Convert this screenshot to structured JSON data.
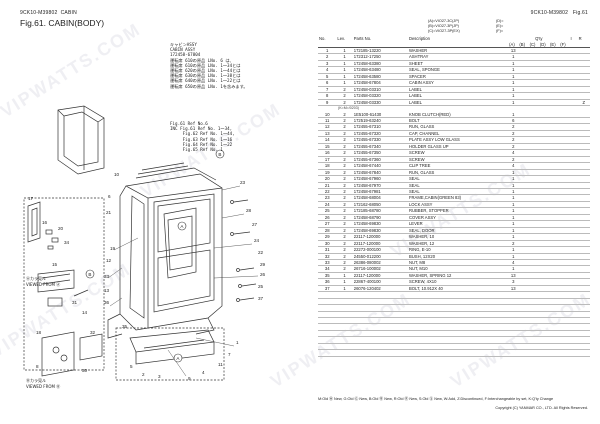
{
  "header": {
    "code_left": "9CK10-M39802",
    "section": "CABIN",
    "code_right": "9CK10-M39802",
    "fig_ref": "Fig.61",
    "fig_title": "Fig.61.  CABIN(BODY)"
  },
  "models": {
    "col1": [
      "(A)=VIO27-3C(JP)",
      "(B)=VIO27-3P(JP)",
      "(C)=VIO27-3P(EX)"
    ],
    "col2": [
      "(D)=",
      "(E)=",
      "(F)="
    ]
  },
  "notes_top": [
    "キャビンASSY",
    "CABIN ASSY",
    "172458-67804",
    "運転席 610の原品 LNo. 6 は、",
    "運転席 610の原品 LNo. 1～34とは",
    "運転席 620の原品 LNo. 1～44とは",
    "運転席 630の原品 LNo. 1～38とは",
    "運転席 640の原品 LNo. 1～22とは",
    "運転席 650の原品 LNo. 1を含みます。"
  ],
  "notes_mid": [
    "Fig.61 Ref No.6",
    "INC Fig.61 Ref No. 1～34,",
    "     Fig.62 Ref No. 1～44,",
    "     Fig.63 Ref No. 1～16",
    "     Fig.64 Ref No. 1～22",
    "     Fig.65 Ref No. 1"
  ],
  "callouts": [
    "A",
    "B",
    "A",
    "B"
  ],
  "view_labels": {
    "a_jp": "Ⓐカラ見ル",
    "a_en": "VIEWED FROM Ⓐ",
    "b_jp": "Ⓑカラ見ル",
    "b_en": "VIEWED FROM Ⓑ"
  },
  "diagram_numbers": [
    "23",
    "28",
    "27",
    "24",
    "22",
    "29",
    "26",
    "25",
    "37",
    "10",
    "6",
    "21",
    "19",
    "12",
    "33",
    "13",
    "36",
    "14",
    "15",
    "31",
    "17",
    "16",
    "20",
    "34",
    "32",
    "18",
    "8",
    "30",
    "1",
    "35",
    "5",
    "2",
    "3",
    "9",
    "4",
    "11",
    "7"
  ],
  "table": {
    "headers": {
      "no": "No.",
      "lev": "Lev.",
      "pn": "Parts No.",
      "desc": "Description",
      "qty": "Q'ty",
      "i": "I",
      "r": "R"
    },
    "qty_cols": [
      "(A)",
      "(B)",
      "(C)",
      "(D)",
      "(E)",
      "(F)"
    ],
    "subhead": "(K=M=/0203)",
    "rows": [
      {
        "no": "1",
        "lev": "1",
        "pn": "172185-13220",
        "desc": "WASHER",
        "qty": "13",
        "i": "",
        "r": ""
      },
      {
        "no": "2",
        "lev": "1",
        "pn": "172312-17250",
        "desc": "ASHTRAY",
        "qty": "1",
        "i": "",
        "r": ""
      },
      {
        "no": "3",
        "lev": "1",
        "pn": "172458-63380",
        "desc": "SHEET",
        "qty": "1",
        "i": "",
        "r": ""
      },
      {
        "no": "4",
        "lev": "1",
        "pn": "172458-63480",
        "desc": "SEAL, SPONGE",
        "qty": "1",
        "i": "",
        "r": ""
      },
      {
        "no": "5",
        "lev": "1",
        "pn": "172458-63580",
        "desc": "SPACER",
        "qty": "1",
        "i": "",
        "r": ""
      },
      {
        "no": "6",
        "lev": "1",
        "pn": "172458-67804",
        "desc": "CABIN ASSY",
        "qty": "1",
        "i": "",
        "r": ""
      },
      {
        "no": "7",
        "lev": "2",
        "pn": "172458-03310",
        "desc": "LABEL",
        "qty": "1",
        "i": "",
        "r": ""
      },
      {
        "no": "8",
        "lev": "2",
        "pn": "172458-03320",
        "desc": "LABEL",
        "qty": "1",
        "i": "",
        "r": ""
      },
      {
        "no": "9",
        "lev": "2",
        "pn": "172458-03330",
        "desc": "LABEL",
        "qty": "1",
        "i": "",
        "r": "Z"
      },
      {
        "no": "10",
        "lev": "2",
        "pn": "1E5100-61430",
        "desc": "KNOB CLUTCH(RED)",
        "qty": "1",
        "i": "",
        "r": ""
      },
      {
        "no": "11",
        "lev": "2",
        "pn": "172519-63240",
        "desc": "BOLT",
        "qty": "6",
        "i": "",
        "r": ""
      },
      {
        "no": "12",
        "lev": "2",
        "pn": "172455-67310",
        "desc": "RUN, GLASS",
        "qty": "2",
        "i": "",
        "r": ""
      },
      {
        "no": "13",
        "lev": "2",
        "pn": "172455-67320",
        "desc": "CAP, CHANNEL",
        "qty": "2",
        "i": "",
        "r": ""
      },
      {
        "no": "14",
        "lev": "2",
        "pn": "172455-67330",
        "desc": "PLATE ASSY LOW GLASS",
        "qty": "2",
        "i": "",
        "r": ""
      },
      {
        "no": "15",
        "lev": "2",
        "pn": "172455-67340",
        "desc": "HOLDER GLASS UP",
        "qty": "2",
        "i": "",
        "r": ""
      },
      {
        "no": "16",
        "lev": "2",
        "pn": "172455-67350",
        "desc": "SCREW",
        "qty": "4",
        "i": "",
        "r": ""
      },
      {
        "no": "17",
        "lev": "2",
        "pn": "172455-67360",
        "desc": "SCREW",
        "qty": "2",
        "i": "",
        "r": ""
      },
      {
        "no": "18",
        "lev": "2",
        "pn": "172458-67440",
        "desc": "CLIP TREE",
        "qty": "4",
        "i": "",
        "r": ""
      },
      {
        "no": "19",
        "lev": "2",
        "pn": "172458-67840",
        "desc": "RUN, GLASS",
        "qty": "1",
        "i": "",
        "r": ""
      },
      {
        "no": "20",
        "lev": "2",
        "pn": "172458-67960",
        "desc": "SEAL",
        "qty": "1",
        "i": "",
        "r": ""
      },
      {
        "no": "21",
        "lev": "2",
        "pn": "172458-67970",
        "desc": "SEAL",
        "qty": "1",
        "i": "",
        "r": ""
      },
      {
        "no": "22",
        "lev": "2",
        "pn": "172458-67981",
        "desc": "SEAL",
        "qty": "1",
        "i": "",
        "r": ""
      },
      {
        "no": "23",
        "lev": "2",
        "pn": "172458-68004",
        "desc": "FRAME,CABIN(GREEN 83)",
        "qty": "1",
        "i": "",
        "r": ""
      },
      {
        "no": "24",
        "lev": "2",
        "pn": "172162-68050",
        "desc": "LOCK ASSY",
        "qty": "1",
        "i": "",
        "r": ""
      },
      {
        "no": "25",
        "lev": "2",
        "pn": "172185-68780",
        "desc": "RUBBER, STOPPER",
        "qty": "1",
        "i": "",
        "r": ""
      },
      {
        "no": "26",
        "lev": "2",
        "pn": "172458-68790",
        "desc": "COVER ASSY",
        "qty": "1",
        "i": "",
        "r": ""
      },
      {
        "no": "27",
        "lev": "2",
        "pn": "172458-69830",
        "desc": "LEVER",
        "qty": "1",
        "i": "",
        "r": ""
      },
      {
        "no": "28",
        "lev": "2",
        "pn": "172458-69830",
        "desc": "SEAL, DOOR",
        "qty": "1",
        "i": "",
        "r": ""
      },
      {
        "no": "29",
        "lev": "2",
        "pn": "22117-120000",
        "desc": "WASHER, 10",
        "qty": "1",
        "i": "",
        "r": ""
      },
      {
        "no": "30",
        "lev": "2",
        "pn": "22117-120000",
        "desc": "WASHER, 12",
        "qty": "2",
        "i": "",
        "r": ""
      },
      {
        "no": "31",
        "lev": "2",
        "pn": "22272-000100",
        "desc": "RING, E-10",
        "qty": "1",
        "i": "",
        "r": ""
      },
      {
        "no": "32",
        "lev": "2",
        "pn": "24550-012200",
        "desc": "BUSH, 12X20",
        "qty": "1",
        "i": "",
        "r": ""
      },
      {
        "no": "33",
        "lev": "2",
        "pn": "26386-080002",
        "desc": "NUT, M8",
        "qty": "4",
        "i": "",
        "r": ""
      },
      {
        "no": "34",
        "lev": "2",
        "pn": "26716-100002",
        "desc": "NUT, M10",
        "qty": "1",
        "i": "",
        "r": ""
      },
      {
        "no": "35",
        "lev": "1",
        "pn": "22117-120000",
        "desc": "WASHER, SPRING 12",
        "qty": "13",
        "i": "",
        "r": ""
      },
      {
        "no": "36",
        "lev": "1",
        "pn": "22867-400100",
        "desc": "SCREW, 4X10",
        "qty": "3",
        "i": "",
        "r": ""
      },
      {
        "no": "37",
        "lev": "1",
        "pn": "26076-120402",
        "desc": "BOLT, 10.912X 40",
        "qty": "13",
        "i": "",
        "r": ""
      }
    ]
  },
  "footer": {
    "legend": "M:Old Ⓜ New, G:Old Ⓖ New, B:Old Ⓑ New, R:Old Ⓡ New, S:Old Ⓢ New, W:Add, Z:Discontinued, F:Interchangeable by set, K:Q'ty Change",
    "copyright": "Copyright (C)  YANMAR CO., LTD. All Rights Reserved."
  },
  "watermark": "VIPWATTS.COM"
}
